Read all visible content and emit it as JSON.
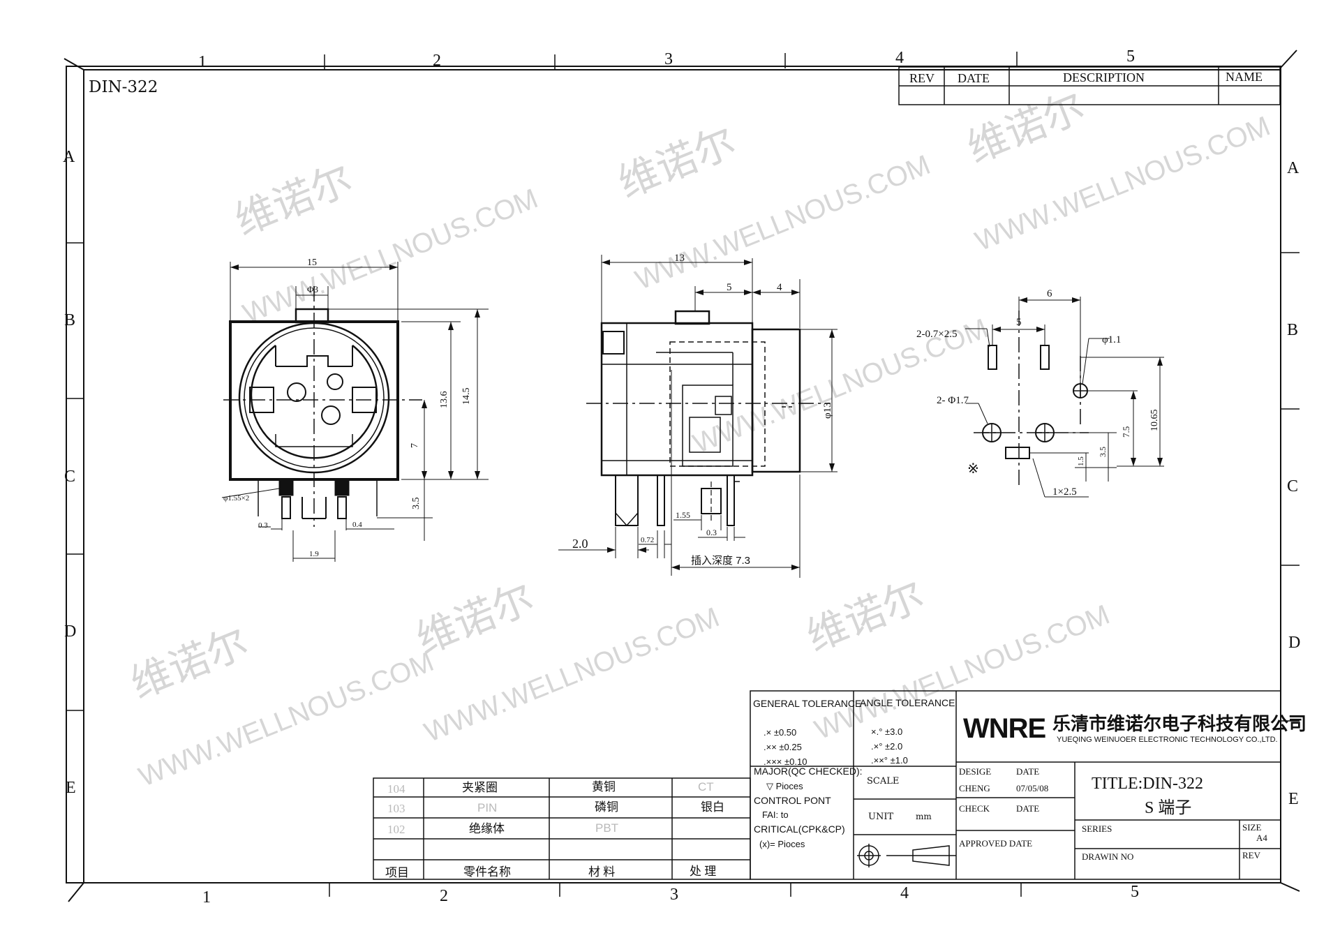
{
  "drawing": {
    "part_code": "DIN-322",
    "zone_columns": [
      "1",
      "2",
      "3",
      "4",
      "5"
    ],
    "zone_rows": [
      "A",
      "B",
      "C",
      "D",
      "E"
    ],
    "watermark_cn": "维诺尔",
    "watermark_url": "WWW.WELLNOUS.COM"
  },
  "revision_table": {
    "headers": [
      "REV",
      "DATE",
      "DESCRIPTION",
      "NAME"
    ]
  },
  "front_view": {
    "dims": {
      "width": "15",
      "tab": "Φ3",
      "h_13_6": "13.6",
      "h_14_5": "14.5",
      "h_7": "7",
      "h_3_5": "3.5",
      "pin_dia": "φ1.55×2",
      "d_0_3": "0.3",
      "d_0_4": "0.4",
      "d_1_9": "1.9"
    }
  },
  "side_view": {
    "dims": {
      "len_13": "13",
      "len_5": "5",
      "len_4": "4",
      "dia_13": "φ13",
      "d_2_0": "2.0",
      "d_0_72": "0.72",
      "d_1_55": "1.55",
      "d_0_3": "0.3",
      "insert_depth": "插入深度 7.3"
    }
  },
  "pcb_view": {
    "dims": {
      "d_6": "6",
      "d_5": "5",
      "slots": "2-0.7×2.5",
      "hole_1_1": "φ1.1",
      "holes_1_7": "2- Φ1.7",
      "h_10_65": "10.65",
      "h_7_5": "7.5",
      "h_3_5": "3.5",
      "h_1_5": "1.5",
      "slot_1x2_5": "1×2.5",
      "mark": "※"
    }
  },
  "bom": {
    "rows": [
      {
        "no": "104",
        "name": "夹紧圈",
        "material": "黄铜",
        "finish": "CT"
      },
      {
        "no": "103",
        "name": "PIN",
        "material": "磷铜",
        "finish": "银白"
      },
      {
        "no": "102",
        "name": "绝缘体",
        "material": "PBT",
        "finish": ""
      },
      {
        "no": "",
        "name": "",
        "material": "",
        "finish": ""
      }
    ],
    "headers": {
      "no": "项目",
      "name": "零件名称",
      "material": "材 料",
      "finish": "处 理"
    }
  },
  "tolerance": {
    "general_title": "GENERAL TOLERANCE",
    "angle_title": "ANGLE TOLERANCE",
    "general": [
      ".×  ±0.50",
      ".×× ±0.25",
      ".××× ±0.10"
    ],
    "angle": [
      "×.°  ±3.0",
      ".×° ±2.0",
      ".××° ±1.0"
    ],
    "major": "MAJOR(QC CHECKED):",
    "pioces1": "▽ Pioces",
    "control": "CONTROL PONT",
    "fai": "FAI: to",
    "critical": "CRITICAL(CPK&CP)",
    "pioces2": "(x)= Pioces",
    "scale": "SCALE",
    "unit": "UNIT",
    "unit_val": "mm"
  },
  "company": {
    "logo": "WNRE",
    "name_cn": "乐清市维诺尔电子科技有限公司",
    "name_en": "YUEQING WEINUOER ELECTRONIC TECHNOLOGY CO.,LTD."
  },
  "title_block": {
    "design": "DESIGE",
    "date_lbl": "DATE",
    "cheng": "CHENG",
    "date_val": "07/05/08",
    "check": "CHECK",
    "date_lbl2": "DATE",
    "approved": "APPROVED DATE",
    "title": "TITLE:DIN-322",
    "subtitle": "S 端子",
    "series": "SERIES",
    "size_lbl": "SIZE",
    "size_val": "A4",
    "drawin": "DRAWIN NO",
    "rev": "REV"
  }
}
